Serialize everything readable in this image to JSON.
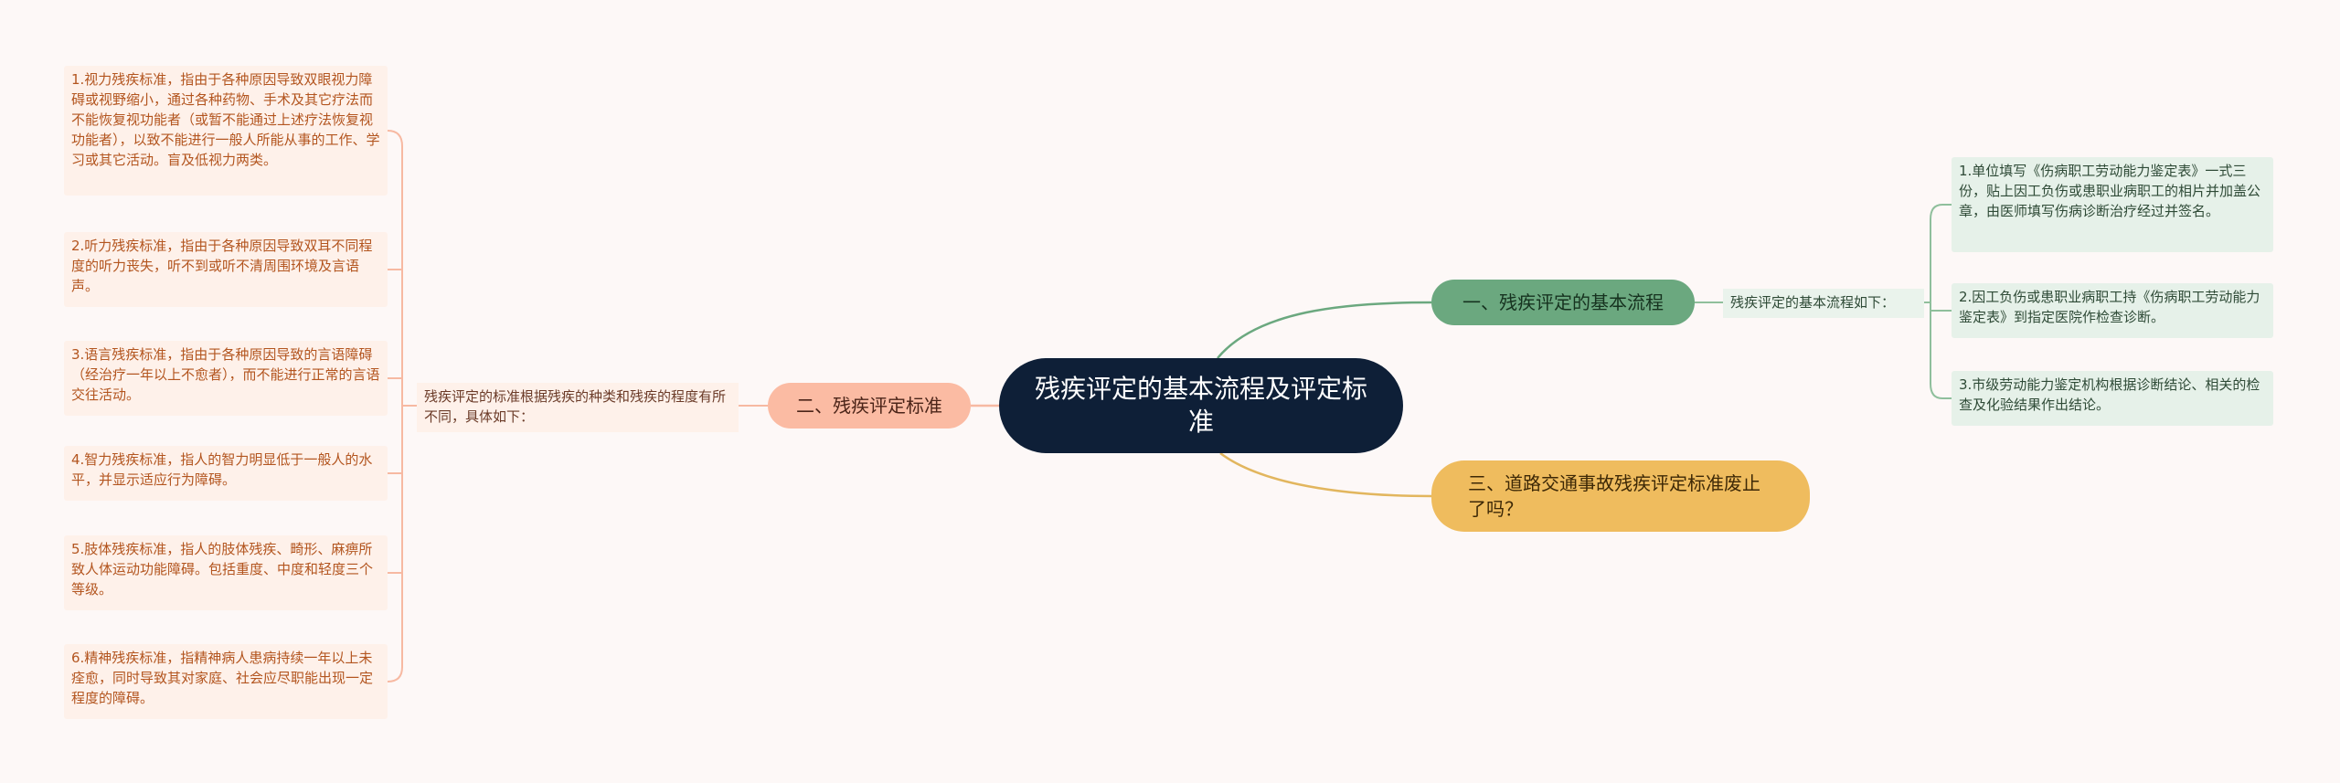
{
  "root": {
    "title": "残疾评定的基本流程及评定标准"
  },
  "branch_1": {
    "title": "一、残疾评定的基本流程",
    "summary": "残疾评定的基本流程如下：",
    "items": [
      "1.单位填写《伤病职工劳动能力鉴定表》一式三份，贴上因工负伤或患职业病职工的相片并加盖公章，由医师填写伤病诊断治疗经过并签名。",
      "2.因工负伤或患职业病职工持《伤病职工劳动能力鉴定表》到指定医院作检查诊断。",
      "3.市级劳动能力鉴定机构根据诊断结论、相关的检查及化验结果作出结论。"
    ]
  },
  "branch_2": {
    "title": "二、残疾评定标准",
    "summary": "残疾评定的标准根据残疾的种类和残疾的程度有所不同，具体如下：",
    "items": [
      "1.视力残疾标准，指由于各种原因导致双眼视力障碍或视野缩小，通过各种药物、手术及其它疗法而不能恢复视功能者（或暂不能通过上述疗法恢复视功能者），以致不能进行一般人所能从事的工作、学习或其它活动。盲及低视力两类。",
      "2.听力残疾标准，指由于各种原因导致双耳不同程度的听力丧失，听不到或听不清周围环境及言语声。",
      "3.语言残疾标准，指由于各种原因导致的言语障碍（经治疗一年以上不愈者），而不能进行正常的言语交往活动。",
      "4.智力残疾标准，指人的智力明显低于一般人的水平，并显示适应行为障碍。",
      "5.肢体残疾标准，指人的肢体残疾、畸形、麻痹所致人体运动功能障碍。包括重度、中度和轻度三个等级。",
      "6.精神残疾标准，指精神病人患病持续一年以上未痊愈，同时导致其对家庭、社会应尽职能出现一定程度的障碍。"
    ]
  },
  "branch_3": {
    "title": "三、道路交通事故残疾评定标准废止了吗？"
  },
  "colors": {
    "background": "#fdf8f7",
    "root": "#0e1f37",
    "branch_1": "#6ba87f",
    "branch_2": "#fbbba3",
    "branch_3": "#efbc5e"
  }
}
